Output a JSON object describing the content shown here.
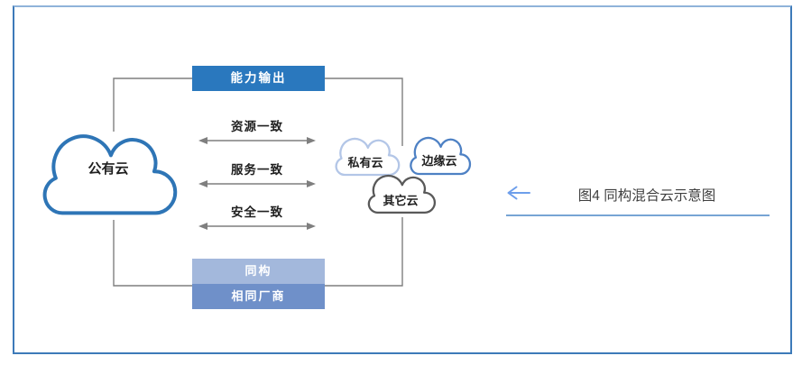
{
  "diagram": {
    "public_cloud": {
      "label": "公有云",
      "stroke": "#2e75b6"
    },
    "capability_box": {
      "label": "能力输出",
      "bg": "#2a78be"
    },
    "consistency_arrows": [
      {
        "label": "资源一致"
      },
      {
        "label": "服务一致"
      },
      {
        "label": "安全一致"
      }
    ],
    "private_cloud": {
      "label": "私有云",
      "stroke": "#b3c6e7"
    },
    "edge_cloud": {
      "label": "边缘云",
      "stroke": "#4e81c4"
    },
    "other_cloud": {
      "label": "其它云",
      "stroke": "#595959"
    },
    "homogeneous_box": {
      "label": "同构",
      "bg": "#a3b8dc"
    },
    "same_vendor_box": {
      "label": "相同厂商",
      "bg": "#6f90c9"
    },
    "connector_color": "#7f7f7f"
  },
  "caption": {
    "back_arrow_icon": "left-arrow",
    "text": "图4  同构混合云示意图",
    "arrow_color": "#6d9eeb",
    "underline_color": "#4a86c5"
  }
}
